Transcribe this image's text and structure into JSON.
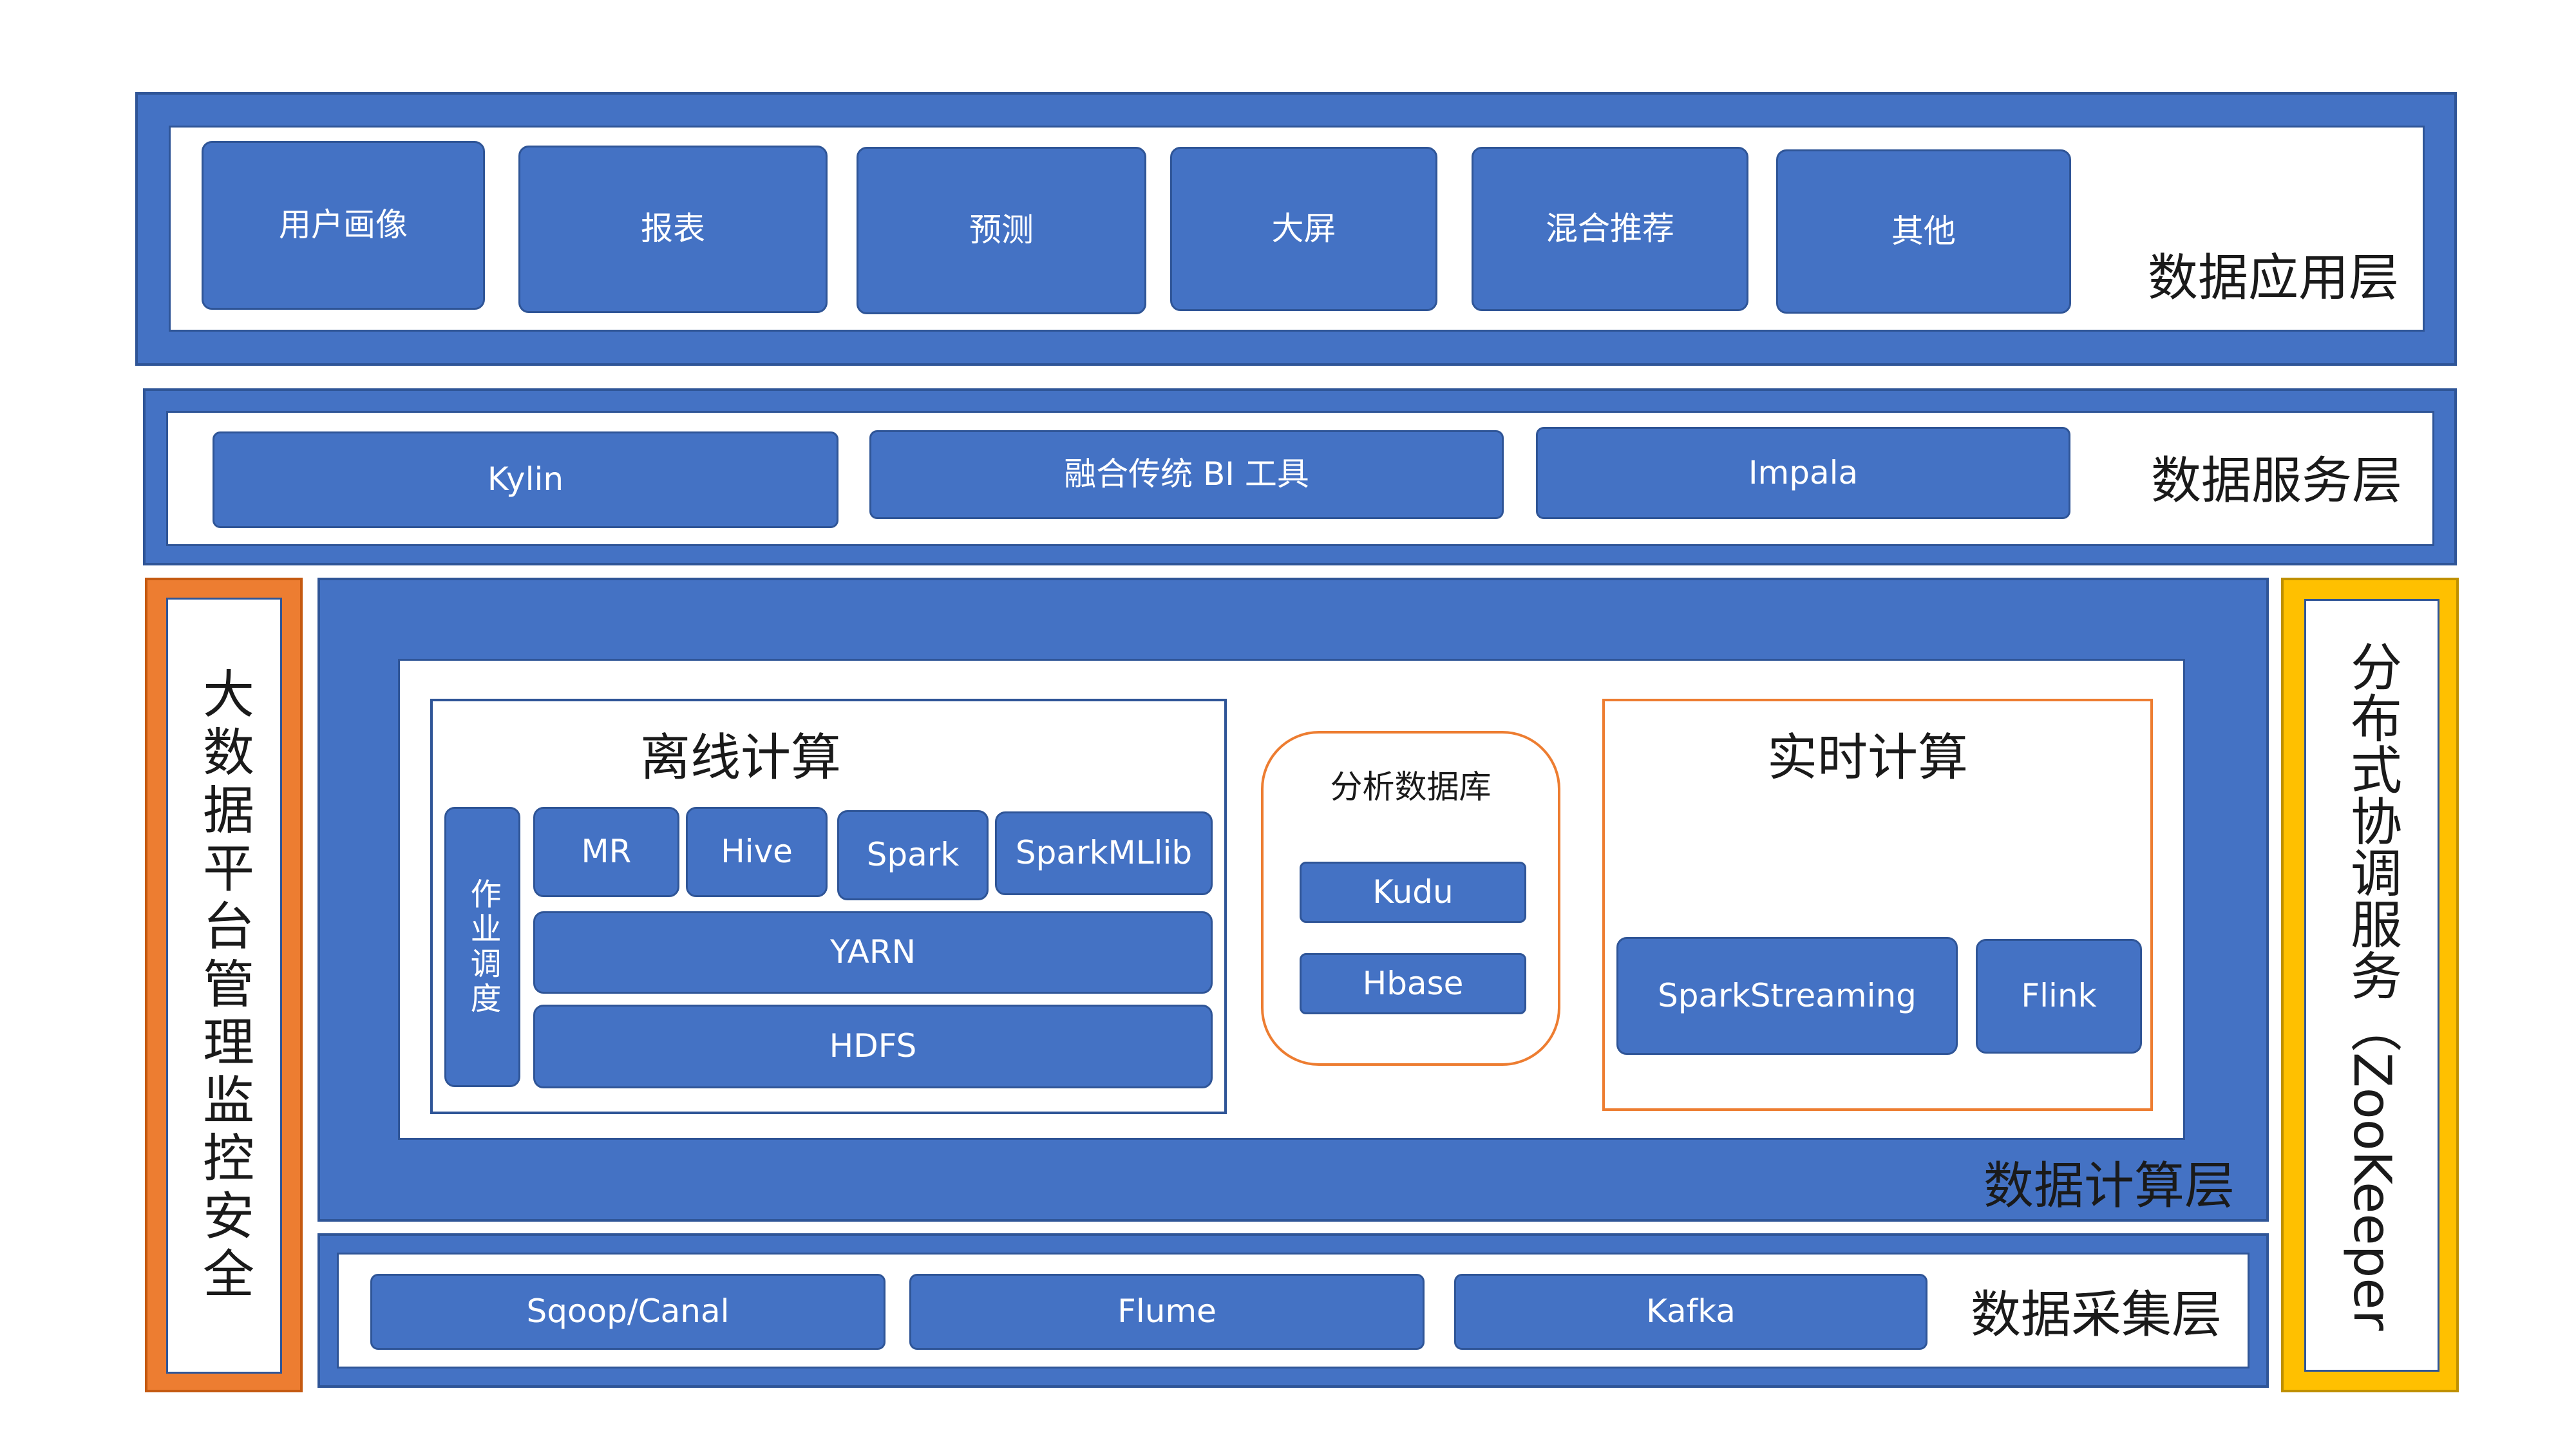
{
  "application_layer": {
    "title": "数据应用层",
    "items": [
      "用户画像",
      "报表",
      "预测",
      "大屏",
      "混合推荐",
      "其他"
    ]
  },
  "service_layer": {
    "title": "数据服务层",
    "items": [
      "Kylin",
      "融合传统 BI 工具",
      "Impala"
    ]
  },
  "compute_layer": {
    "title": "数据计算层",
    "offline": {
      "title": "离线计算",
      "scheduler": "作业调度",
      "engines": [
        "MR",
        "Hive",
        "Spark",
        "SparkMLlib"
      ],
      "yarn": "YARN",
      "hdfs": "HDFS"
    },
    "analytics_db": {
      "title": "分析数据库",
      "items": [
        "Kudu",
        "Hbase"
      ]
    },
    "realtime": {
      "title": "实时计算",
      "items": [
        "SparkStreaming",
        "Flink"
      ]
    }
  },
  "collection_layer": {
    "title": "数据采集层",
    "items": [
      "Sqoop/Canal",
      "Flume",
      "Kafka"
    ]
  },
  "management": {
    "title": "大数据平台管理监控安全"
  },
  "coordination": {
    "title": "分布式协调服务（ZooKeeper"
  },
  "colors": {
    "blue": "#4472c4",
    "dark_blue": "#2f5597",
    "orange": "#ed7d31",
    "gold": "#ffc000"
  }
}
